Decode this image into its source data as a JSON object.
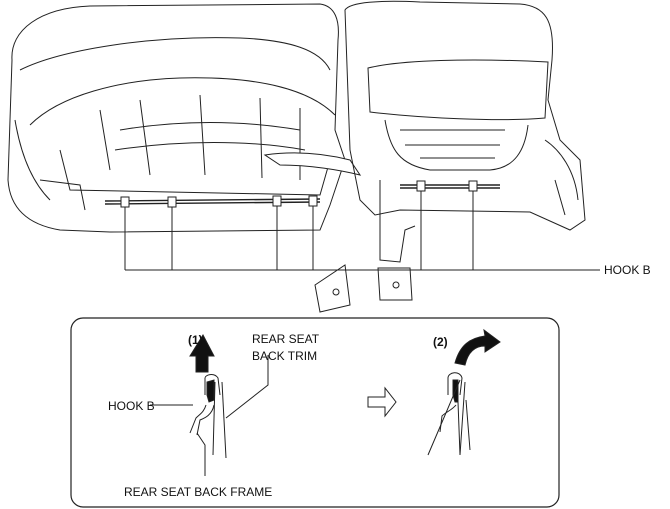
{
  "labels": {
    "hook_b_main": "HOOK B",
    "step1": "(1)",
    "step2": "(2)",
    "rear_seat_back_trim_line1": "REAR SEAT",
    "rear_seat_back_trim_line2": "BACK TRIM",
    "hook_b_detail": "HOOK B",
    "rear_seat_back_frame": "REAR SEAT BACK FRAME"
  }
}
